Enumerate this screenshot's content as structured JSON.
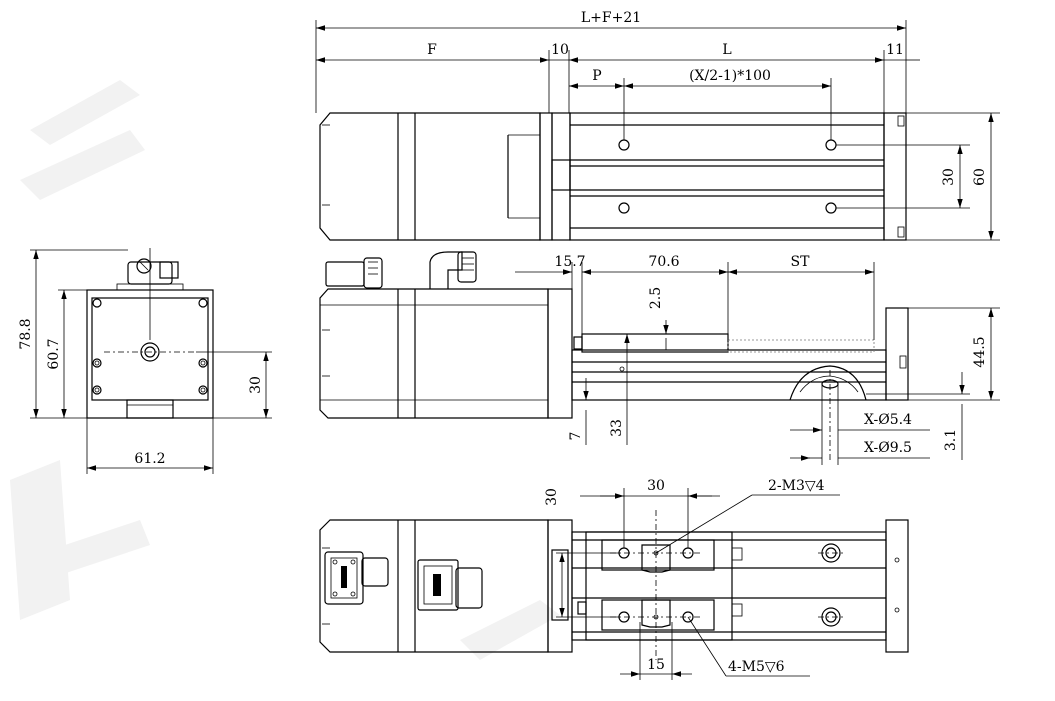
{
  "dimensions": {
    "overall_length": "L+F+21",
    "motor_length": "F",
    "gap_10": "10",
    "stroke_body_length": "L",
    "end_cap": "11",
    "pitch": "P",
    "hole_pattern": "(X/2-1)*100",
    "height_60": "60",
    "hole_spacing_30": "30",
    "motor_height": "78.8",
    "body_height": "60.7",
    "motor_center_height": "30",
    "motor_width": "61.2",
    "offset_15_7": "15.7",
    "carriage_70_6": "70.6",
    "stroke": "ST",
    "carriage_2_5": "2.5",
    "side_44_5": "44.5",
    "dim_7": "7",
    "dim_33": "33",
    "hole_x_5_4": "X-Ø5.4",
    "hole_x_9_5": "X-Ø9.5",
    "depth_3_1": "3.1",
    "top_30_a": "30",
    "top_30_b": "30",
    "top_15": "15",
    "thread_m3": "2-M3▽4",
    "thread_m5": "4-M5▽6"
  }
}
